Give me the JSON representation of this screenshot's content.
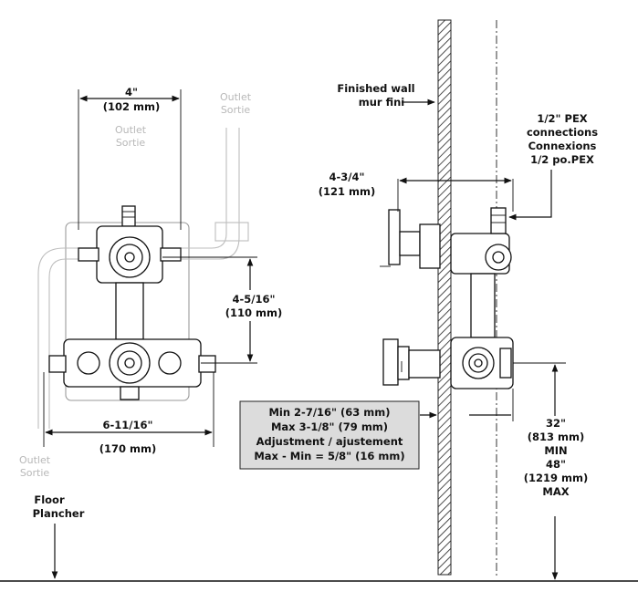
{
  "labels": {
    "top_width": [
      "4\"",
      "(102 mm)"
    ],
    "outlet_top": [
      "Outlet",
      "Sortie"
    ],
    "outlet_right": [
      "Outlet",
      "Sortie"
    ],
    "outlet_bottom": [
      "Outlet",
      "Sortie"
    ],
    "finished_wall": [
      "Finished wall",
      "mur fini"
    ],
    "pex": [
      "1/2\" PEX",
      "connections",
      "Connexions",
      "1/2 po.PEX"
    ],
    "depth": [
      "4-3/4\"",
      "(121 mm)"
    ],
    "spacing": [
      "4-5/16\"",
      "(110 mm)"
    ],
    "overall_width": [
      "6-11/16\"",
      "(170 mm)"
    ],
    "adjustment": [
      "Min 2-7/16\" (63 mm)",
      "Max 3-1/8\" (79 mm)",
      "Adjustment / ajustement",
      "Max - Min = 5/8\" (16 mm)"
    ],
    "height": [
      "32\"",
      "(813 mm)",
      "MIN",
      "48\"",
      "(1219 mm)",
      "MAX"
    ],
    "floor": [
      "Floor",
      "Plancher"
    ]
  }
}
